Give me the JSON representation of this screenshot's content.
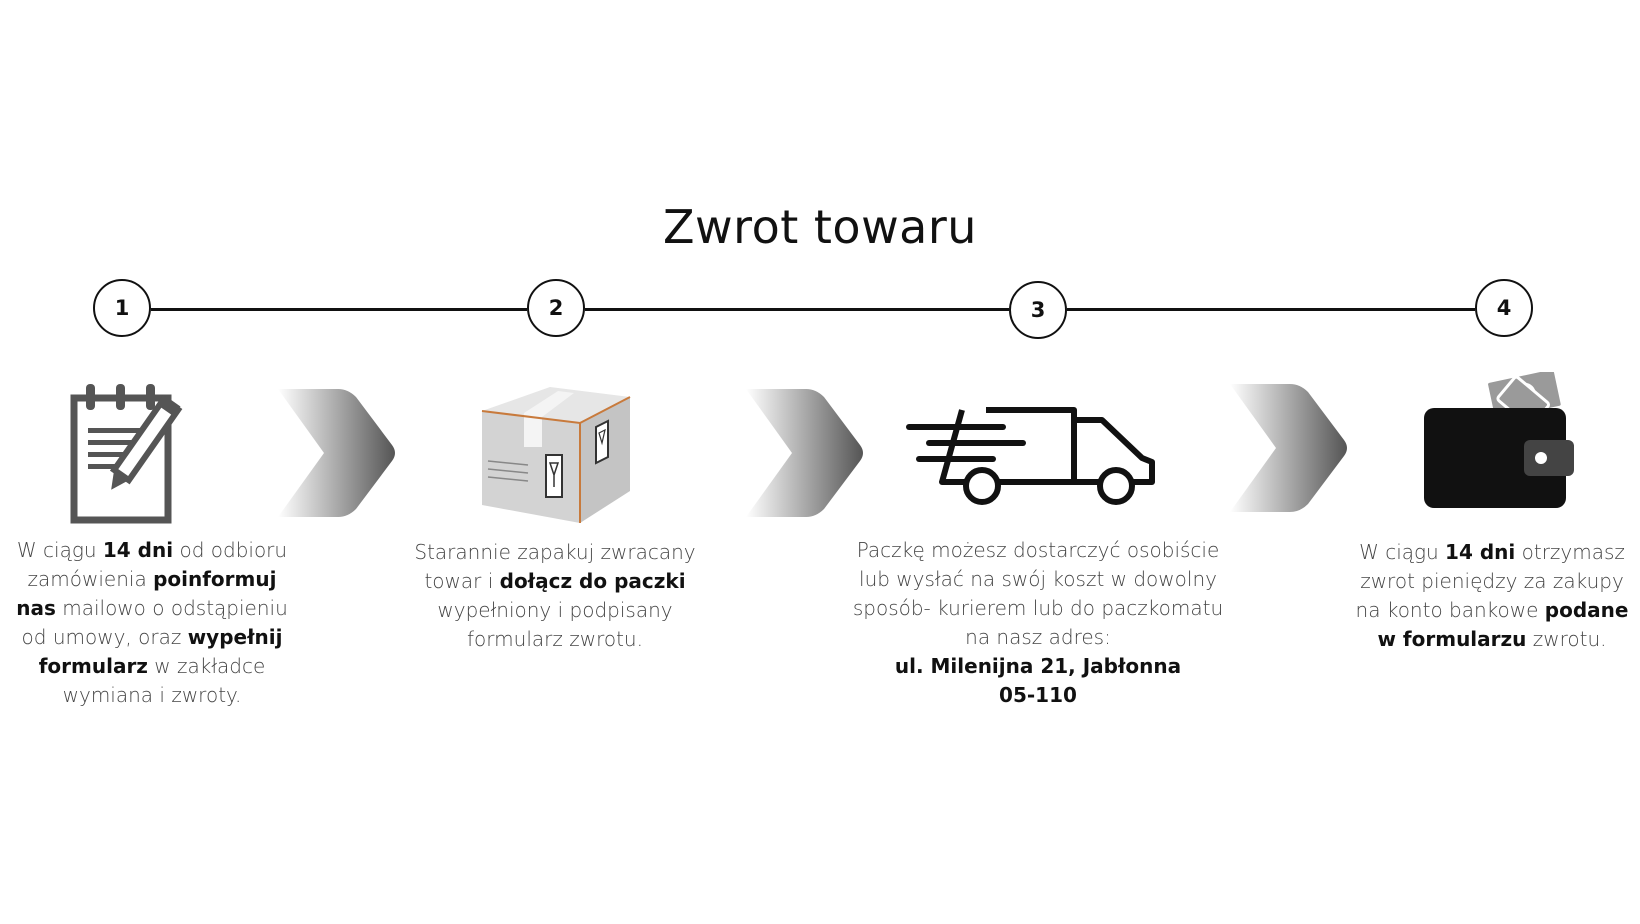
{
  "title": "Zwrot towaru",
  "steps": [
    {
      "number": "1",
      "text": [
        {
          "t": "W ciągu ",
          "b": false
        },
        {
          "t": "14 dni",
          "b": true
        },
        {
          "t": " od odbioru zamówienia ",
          "b": false
        },
        {
          "t": "poinformuj nas",
          "b": true
        },
        {
          "t": " mailowo o odstąpieniu od umowy, oraz ",
          "b": false
        },
        {
          "t": "wypełnij formularz",
          "b": true
        },
        {
          "t": " w zakładce wymiana i zwroty.",
          "b": false
        }
      ]
    },
    {
      "number": "2",
      "text": [
        {
          "t": "Starannie zapakuj zwracany towar i ",
          "b": false
        },
        {
          "t": "dołącz do paczki",
          "b": true
        },
        {
          "t": " wypełniony i podpisany formularz zwrotu.",
          "b": false
        }
      ]
    },
    {
      "number": "3",
      "text": [
        {
          "t": "Paczkę możesz dostarczyć osobiście lub wysłać na swój koszt w dowolny sposób- kurierem lub do paczkomatu na nasz adres:",
          "b": false
        }
      ],
      "address_line1": "ul. Milenijna 21, Jabłonna",
      "address_line2": "05-110"
    },
    {
      "number": "4",
      "text": [
        {
          "t": "W ciągu ",
          "b": false
        },
        {
          "t": "14 dni",
          "b": true
        },
        {
          "t": " otrzymasz zwrot pieniędzy za zakupy na konto bankowe ",
          "b": false
        },
        {
          "t": "podane w formularzu",
          "b": true
        },
        {
          "t": " zwrotu.",
          "b": false
        }
      ]
    }
  ],
  "icons": [
    "notepad-pencil-icon",
    "cardboard-box-icon",
    "delivery-truck-icon",
    "wallet-money-icon"
  ],
  "colors": {
    "line": "#111111",
    "text": "#444444",
    "bold": "#111111",
    "icon_gray": "#555555",
    "box_gray": "#d3d3d3",
    "box_tape": "#c87a3c"
  }
}
